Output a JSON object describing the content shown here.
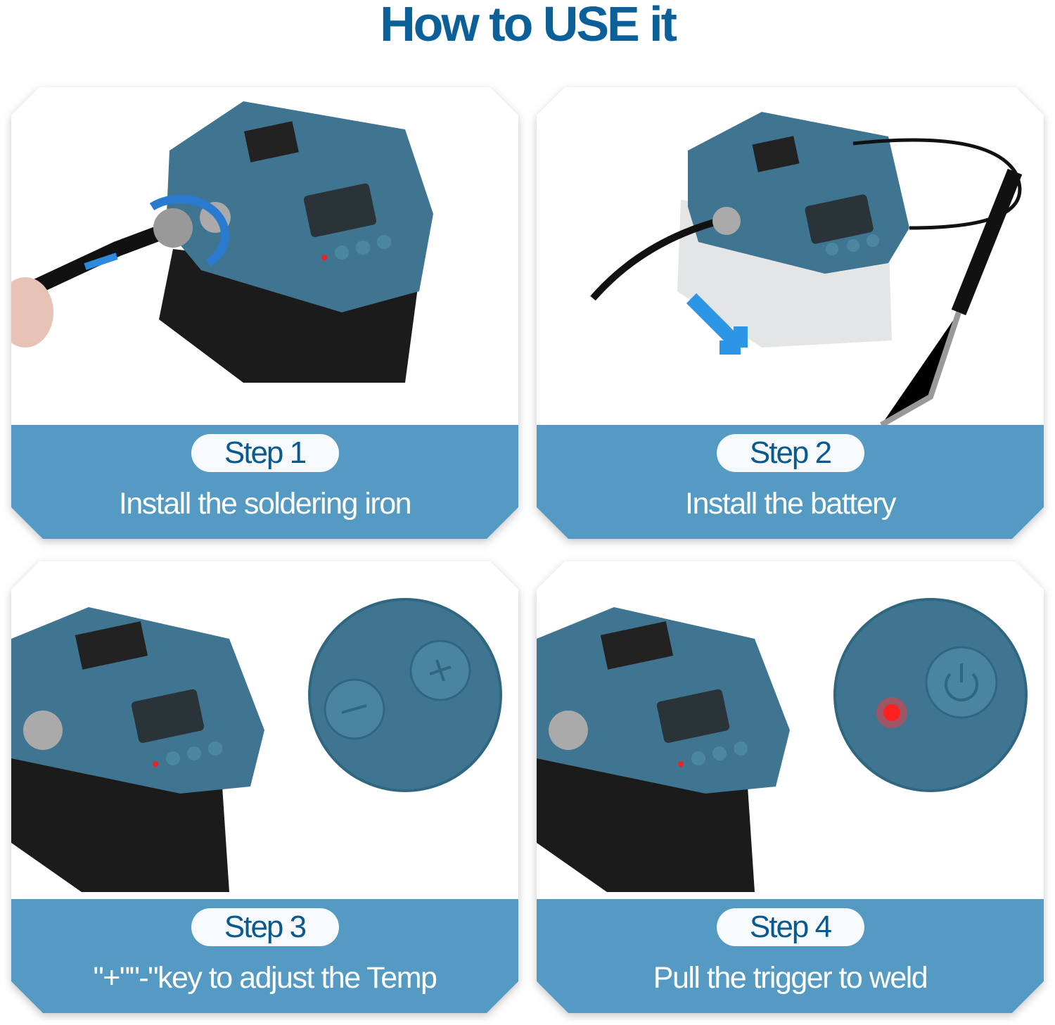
{
  "title": "How to USE it",
  "steps": [
    {
      "label": "Step 1",
      "caption": "Install the soldering iron"
    },
    {
      "label": "Step 2",
      "caption": "Install the battery"
    },
    {
      "label": "Step 3",
      "caption": "\"+\"\"-\"key to adjust the Temp"
    },
    {
      "label": "Step 4",
      "caption": "Pull the trigger to weld"
    }
  ],
  "colors": {
    "title": "#0b6099",
    "band": "#559ac3",
    "device": "#3d7189",
    "battery": "#1a1a1a"
  }
}
